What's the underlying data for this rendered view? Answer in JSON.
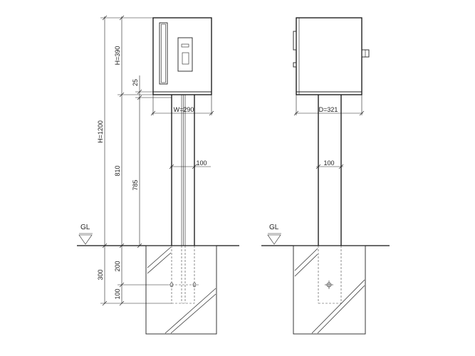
{
  "front_view": {
    "height_box": "H=390",
    "gap": "25",
    "total_height": "H=1200",
    "post_height_a": "810",
    "post_height_b": "785",
    "width": "W=290",
    "post_width": "100",
    "ground_label": "GL",
    "footing_depth": "300",
    "footing_upper": "200",
    "footing_lower": "100"
  },
  "side_view": {
    "depth": "D=321",
    "post_width": "100",
    "ground_label": "GL"
  }
}
